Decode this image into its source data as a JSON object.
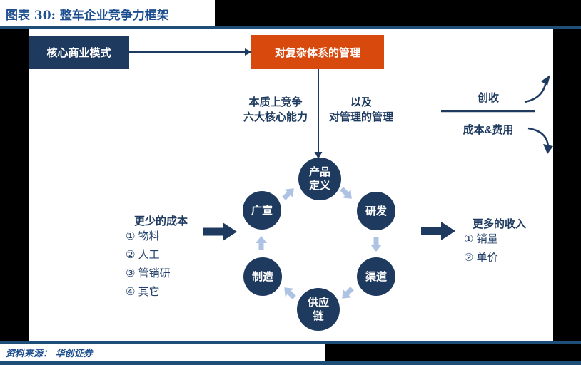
{
  "header": {
    "title": "图表 30:  整车企业竞争力框架"
  },
  "footer": {
    "source": "资料来源： 华创证券"
  },
  "flow": {
    "core_box": "核心商业模式",
    "complex_box": "对复杂体系的管理",
    "left_branch": {
      "line1": "本质上竞争",
      "line2": "六大核心能力"
    },
    "right_branch": {
      "line1": "以及",
      "line2": "对管理的管理"
    },
    "revenue_label": "创收",
    "cost_label": "成本&费用"
  },
  "cycle": {
    "nodes": [
      {
        "id": "product-definition",
        "line1": "产品",
        "line2": "定义"
      },
      {
        "id": "rnd",
        "line1": "研发"
      },
      {
        "id": "channel",
        "line1": "渠道"
      },
      {
        "id": "supply-chain",
        "line1": "供应",
        "line2": "链"
      },
      {
        "id": "manufacturing",
        "line1": "制造"
      },
      {
        "id": "promotion",
        "line1": "广宣"
      }
    ]
  },
  "cost_block": {
    "heading": "更少的成本",
    "items": [
      "①  物料",
      "②  人工",
      "③  管销研",
      "④  其它"
    ]
  },
  "revenue_block": {
    "heading": "更多的收入",
    "items": [
      "①  销量",
      "②  单价"
    ]
  },
  "colors": {
    "navy": "#1e3a5f",
    "orange": "#d8490e",
    "light_blue": "#aec3e3",
    "rule_blue": "#1f4e79",
    "title_blue": "#1d4e8f"
  }
}
